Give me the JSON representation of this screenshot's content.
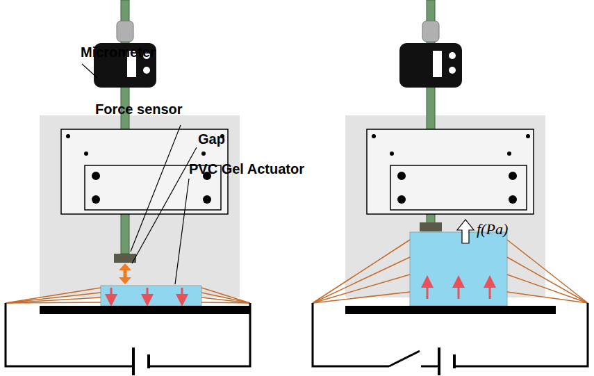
{
  "diagram": {
    "labels": [
      "Micrometer",
      "Force sensor",
      "Gap",
      "PVC Gel Actuator",
      "f(Pa)"
    ]
  }
}
